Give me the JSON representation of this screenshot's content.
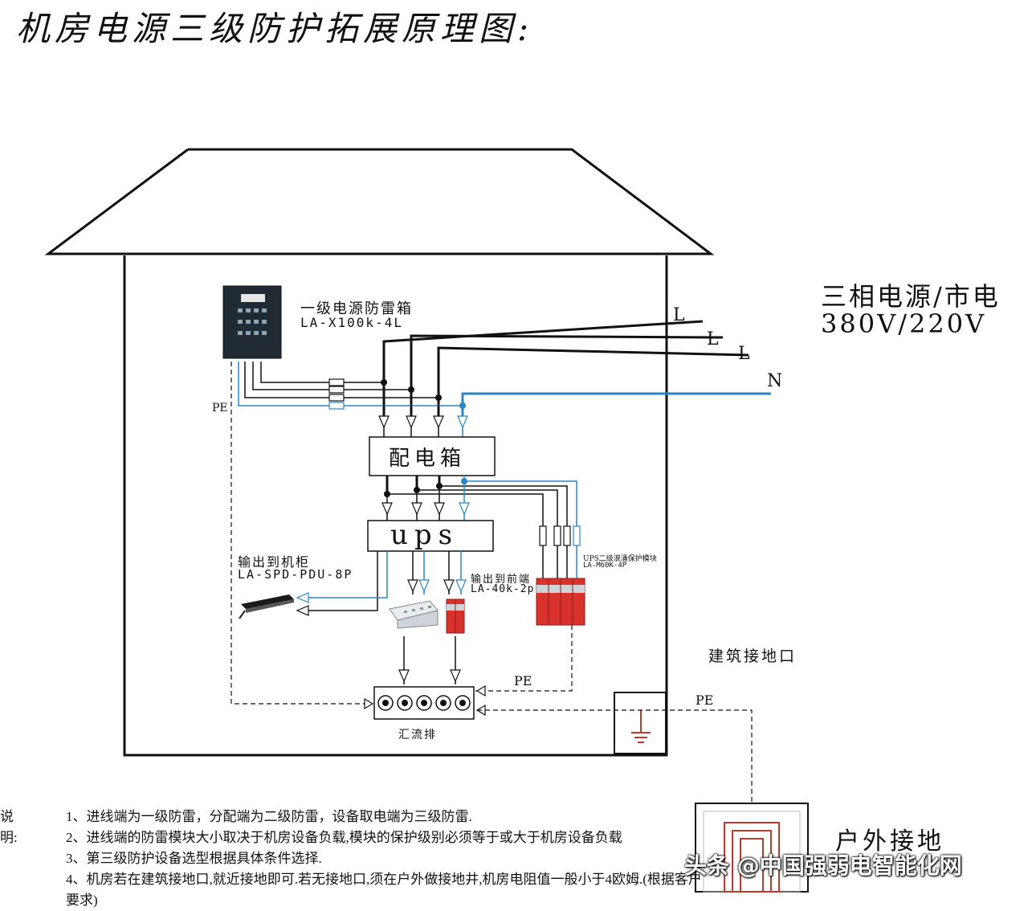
{
  "title": "机房电源三级防护拓展原理图:",
  "supply": {
    "heading": "三相电源/市电",
    "voltage": "380V/220V",
    "lines": [
      "L",
      "L",
      "L",
      "N"
    ]
  },
  "devices": {
    "primary_spd": {
      "name": "一级电源防雷箱",
      "model": "LA-X100k-4L"
    },
    "distribution_box": "配电箱",
    "ups": "ups",
    "ups_spd": {
      "name": "UPS二级浪涌保护模块",
      "model": "LA-M60K-4P"
    },
    "pdu_output": {
      "name": "输出到机柜",
      "model": "LA-SPD-PDU-8P"
    },
    "front_output": {
      "name": "输出到前端",
      "model": "LA-40k-2p"
    },
    "busbar": "汇流排",
    "building_ground": "建筑接地口",
    "outdoor_ground": "户外接地"
  },
  "pe_labels": [
    "PE",
    "PE",
    "PE"
  ],
  "notes": {
    "header": "说明:",
    "items": [
      "1、进线端为一级防雷，分配端为二级防雷，设备取电端为三级防雷.",
      "2、进线端的防雷模块大小取决于机房设备负载,模块的保护级别必须等于或大于机房设备负载",
      "3、第三级防护设备选型根据具体条件选择.",
      "4、机房若在建筑接地口,就近接地即可.若无接地口,须在户外做接地井,机房电阻值一般小于4欧姆.(根据客户要求)"
    ]
  },
  "watermark": "头条 @中国强弱电智能化网",
  "colors": {
    "line": "#111111",
    "neutral": "#2a86c4",
    "spd_red": "#d9312b",
    "ground_red": "#c0392b"
  }
}
